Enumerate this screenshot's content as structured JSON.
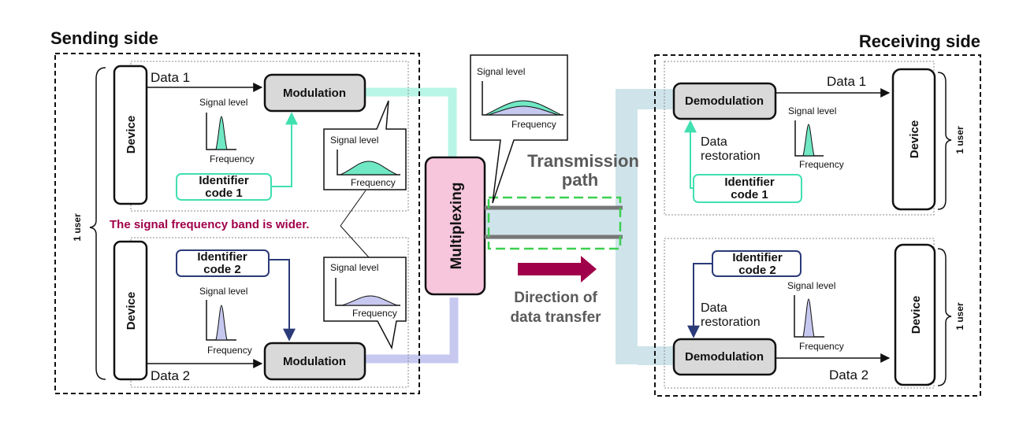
{
  "sending": {
    "title": "Sending side",
    "device": "Device",
    "user": "1 user",
    "data1": "Data 1",
    "data2": "Data 2",
    "modulation": "Modulation",
    "identifier1": [
      "Identifier",
      "code 1"
    ],
    "identifier2": [
      "Identifier",
      "code 2"
    ],
    "note": "The signal frequency band is wider."
  },
  "receiving": {
    "title": "Receiving side",
    "device": "Device",
    "user": "1 user",
    "data1": "Data 1",
    "data2": "Data 2",
    "demodulation": "Demodulation",
    "restoration": [
      "Data",
      "restoration"
    ],
    "identifier1": [
      "Identifier",
      "code 1"
    ],
    "identifier2": [
      "Identifier",
      "code 2"
    ]
  },
  "center": {
    "multiplexing": "Multiplexing",
    "transmission": [
      "Transmission",
      "path"
    ],
    "direction": [
      "Direction of",
      "data transfer"
    ]
  },
  "graph": {
    "signal_level": "Signal level",
    "frequency": "Frequency"
  },
  "colors": {
    "teal": "#40e0b0",
    "teal_light": "#b8f5e6",
    "navy": "#2b3a78",
    "lavender": "#c6c8f0",
    "magenta": "#a0004a",
    "pink": "#f7c6dc",
    "green_dash": "#3cd050",
    "pipe": "#cfe4ea",
    "gray_box": "#d9d9d9"
  }
}
